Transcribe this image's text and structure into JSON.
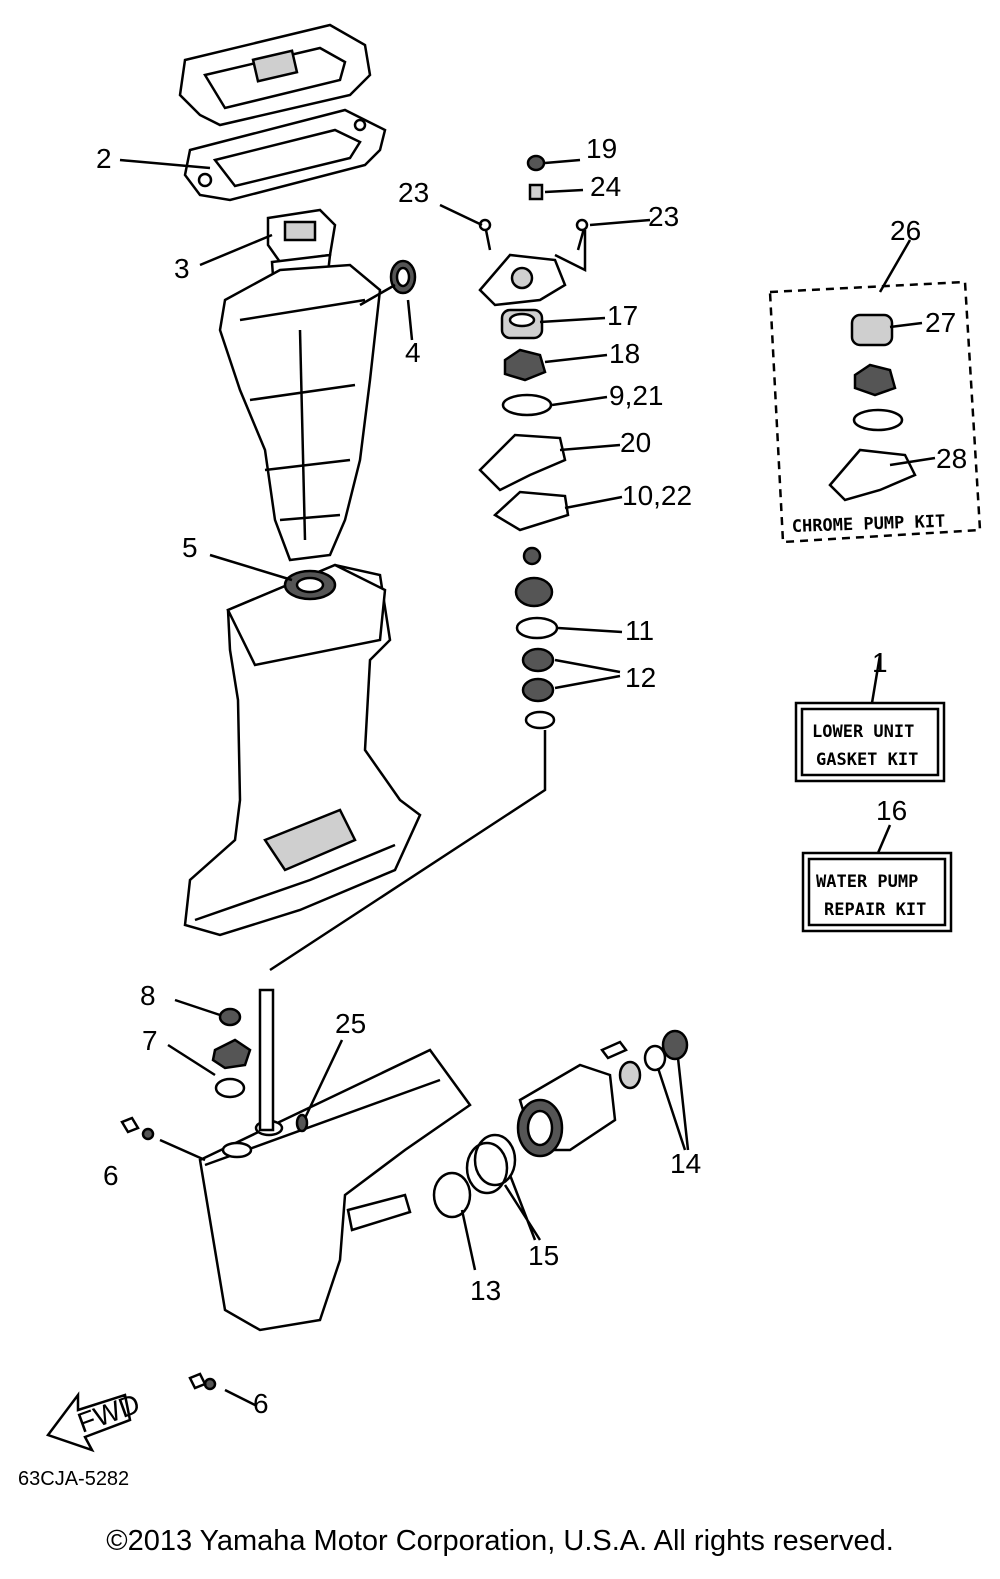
{
  "diagram": {
    "code": "63CJA-5282",
    "fwd_label": "FWD",
    "callouts": {
      "c1": "1",
      "c2": "2",
      "c3": "3",
      "c4": "4",
      "c5": "5",
      "c6a": "6",
      "c6b": "6",
      "c7": "7",
      "c8": "8",
      "c9_21": "9,21",
      "c10_22": "10,22",
      "c11": "11",
      "c12": "12",
      "c13": "13",
      "c14": "14",
      "c15": "15",
      "c16": "16",
      "c17": "17",
      "c18": "18",
      "c19": "19",
      "c20": "20",
      "c23a": "23",
      "c23b": "23",
      "c24": "24",
      "c25": "25",
      "c26": "26",
      "c27": "27",
      "c28": "28"
    },
    "kits": {
      "chrome_pump": "CHROME PUMP KIT",
      "lower_unit_line1": "LOWER UNIT",
      "lower_unit_line2": "GASKET KIT",
      "water_pump_line1": "WATER PUMP",
      "water_pump_line2": "REPAIR KIT"
    }
  },
  "footer": {
    "copyright": "©2013 Yamaha Motor Corporation, U.S.A. All rights reserved."
  }
}
